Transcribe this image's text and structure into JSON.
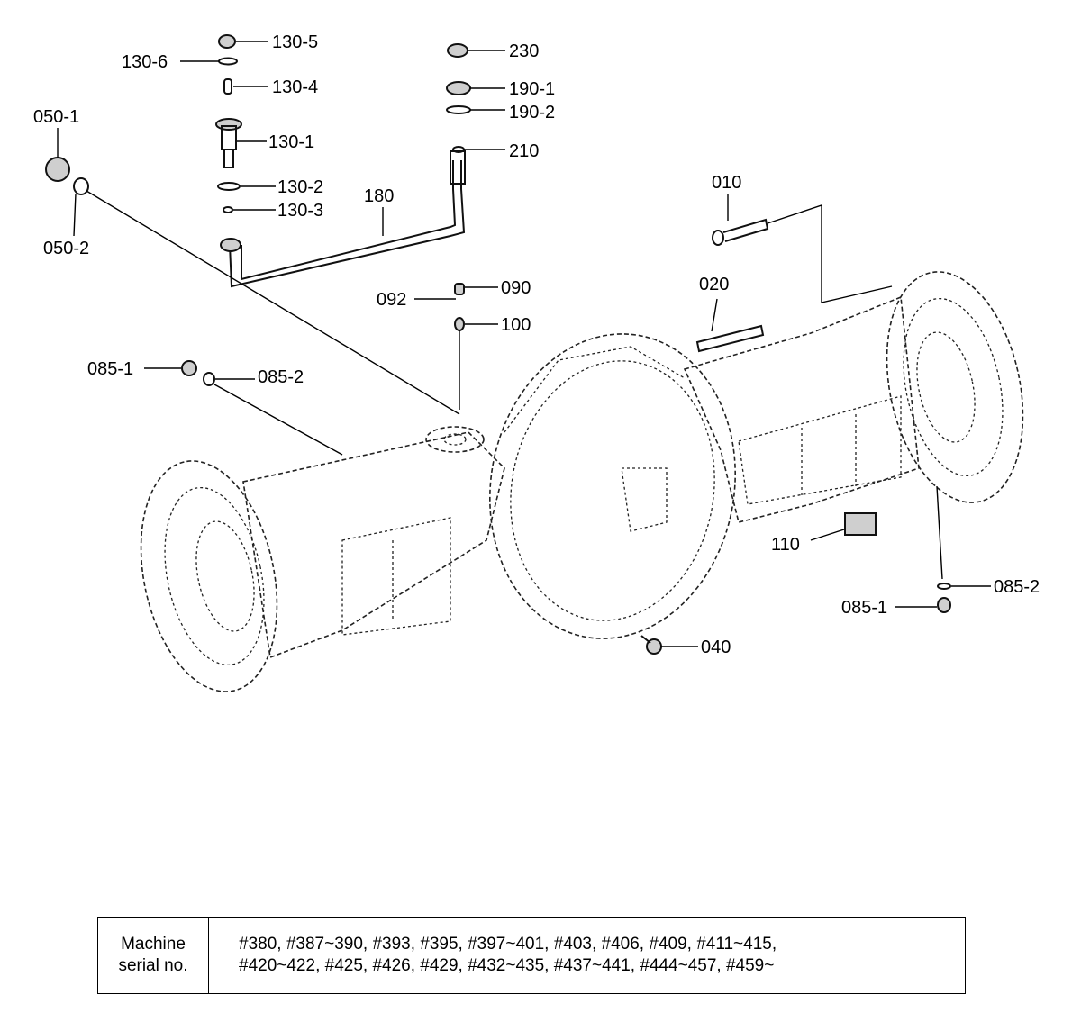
{
  "callouts": [
    {
      "id": "130-5",
      "text": "130-5"
    },
    {
      "id": "130-6",
      "text": "130-6"
    },
    {
      "id": "130-4",
      "text": "130-4"
    },
    {
      "id": "130-1",
      "text": "130-1"
    },
    {
      "id": "130-2",
      "text": "130-2"
    },
    {
      "id": "130-3",
      "text": "130-3"
    },
    {
      "id": "050-1",
      "text": "050-1"
    },
    {
      "id": "050-2",
      "text": "050-2"
    },
    {
      "id": "180",
      "text": "180"
    },
    {
      "id": "230",
      "text": "230"
    },
    {
      "id": "190-1",
      "text": "190-1"
    },
    {
      "id": "190-2",
      "text": "190-2"
    },
    {
      "id": "210",
      "text": "210"
    },
    {
      "id": "010",
      "text": "010"
    },
    {
      "id": "020",
      "text": "020"
    },
    {
      "id": "092",
      "text": "092"
    },
    {
      "id": "090",
      "text": "090"
    },
    {
      "id": "100",
      "text": "100"
    },
    {
      "id": "085-1-left",
      "text": "085-1"
    },
    {
      "id": "085-2-left",
      "text": "085-2"
    },
    {
      "id": "110",
      "text": "110"
    },
    {
      "id": "085-2-right",
      "text": "085-2"
    },
    {
      "id": "085-1-right",
      "text": "085-1"
    },
    {
      "id": "040",
      "text": "040"
    }
  ],
  "serial_table": {
    "header_line1": "Machine",
    "header_line2": "serial no.",
    "values_line1": "#380, #387~390, #393, #395, #397~401, #403, #406, #409, #411~415,",
    "values_line2": "#420~422, #425, #426, #429, #432~435, #437~441, #444~457, #459~"
  }
}
